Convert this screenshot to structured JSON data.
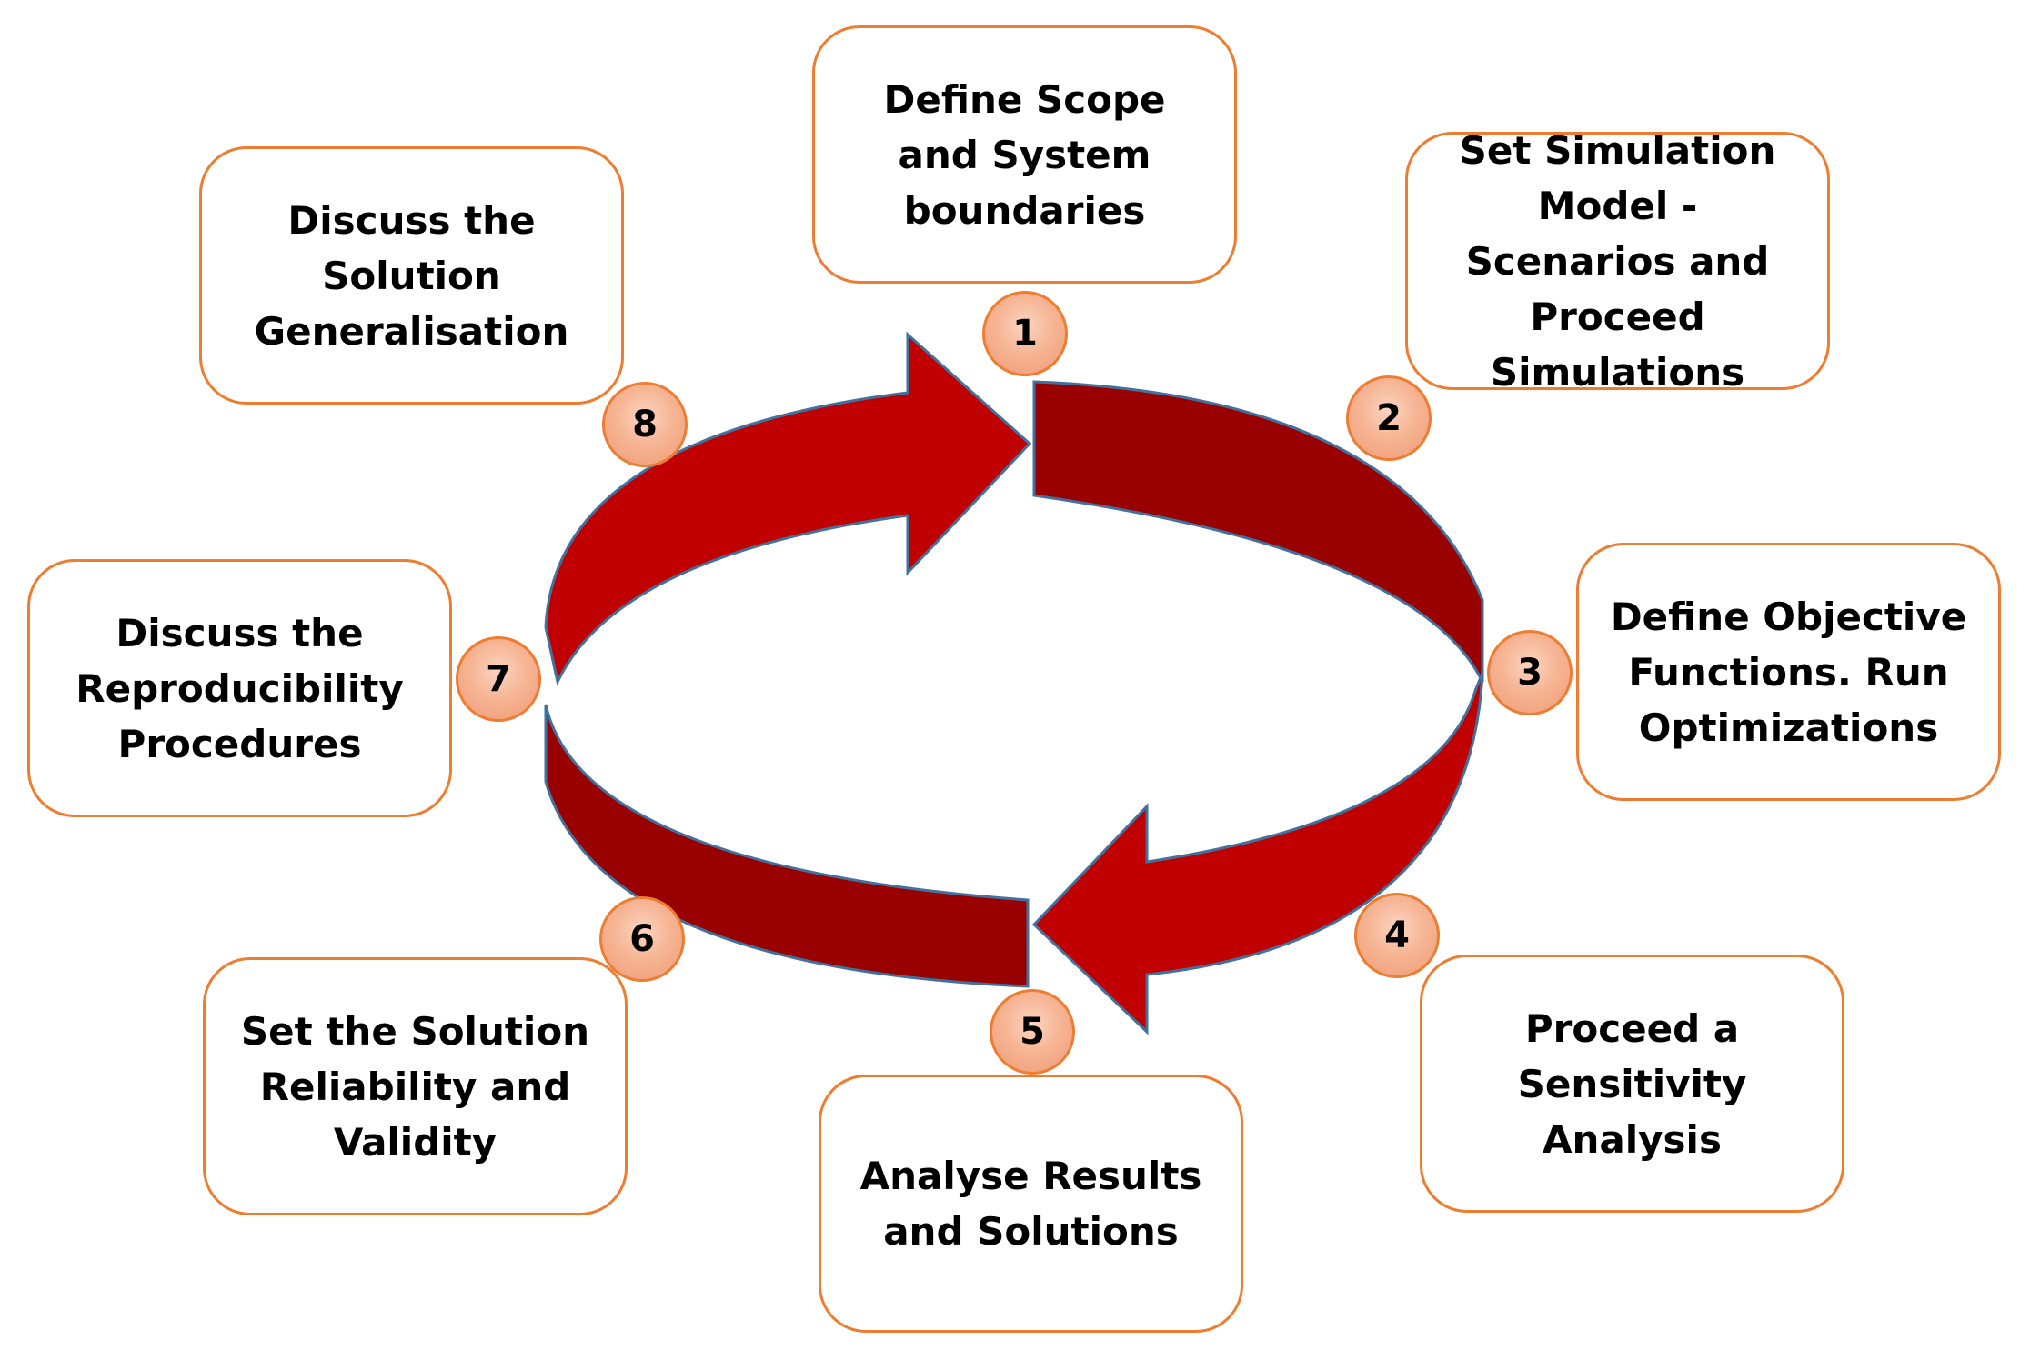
{
  "colors": {
    "arrow_front": "#C00000",
    "arrow_back": "#990000",
    "arrow_outline": "#41719C",
    "box_border": "#ED7D31",
    "badge_fill": "#F6B594"
  },
  "steps": [
    {
      "number": "1",
      "label": "Define Scope and System boundaries"
    },
    {
      "number": "2",
      "label": "Set Simulation Model - Scenarios and Proceed Simulations"
    },
    {
      "number": "3",
      "label": "Define Objective Functions. Run Optimizations"
    },
    {
      "number": "4",
      "label": "Proceed a Sensitivity Analysis"
    },
    {
      "number": "5",
      "label": "Analyse Results and Solutions"
    },
    {
      "number": "6",
      "label": "Set the Solution Reliability and Validity"
    },
    {
      "number": "7",
      "label": "Discuss the Reproducibility Procedures"
    },
    {
      "number": "8",
      "label": "Discuss the Solution Generalisation"
    }
  ]
}
